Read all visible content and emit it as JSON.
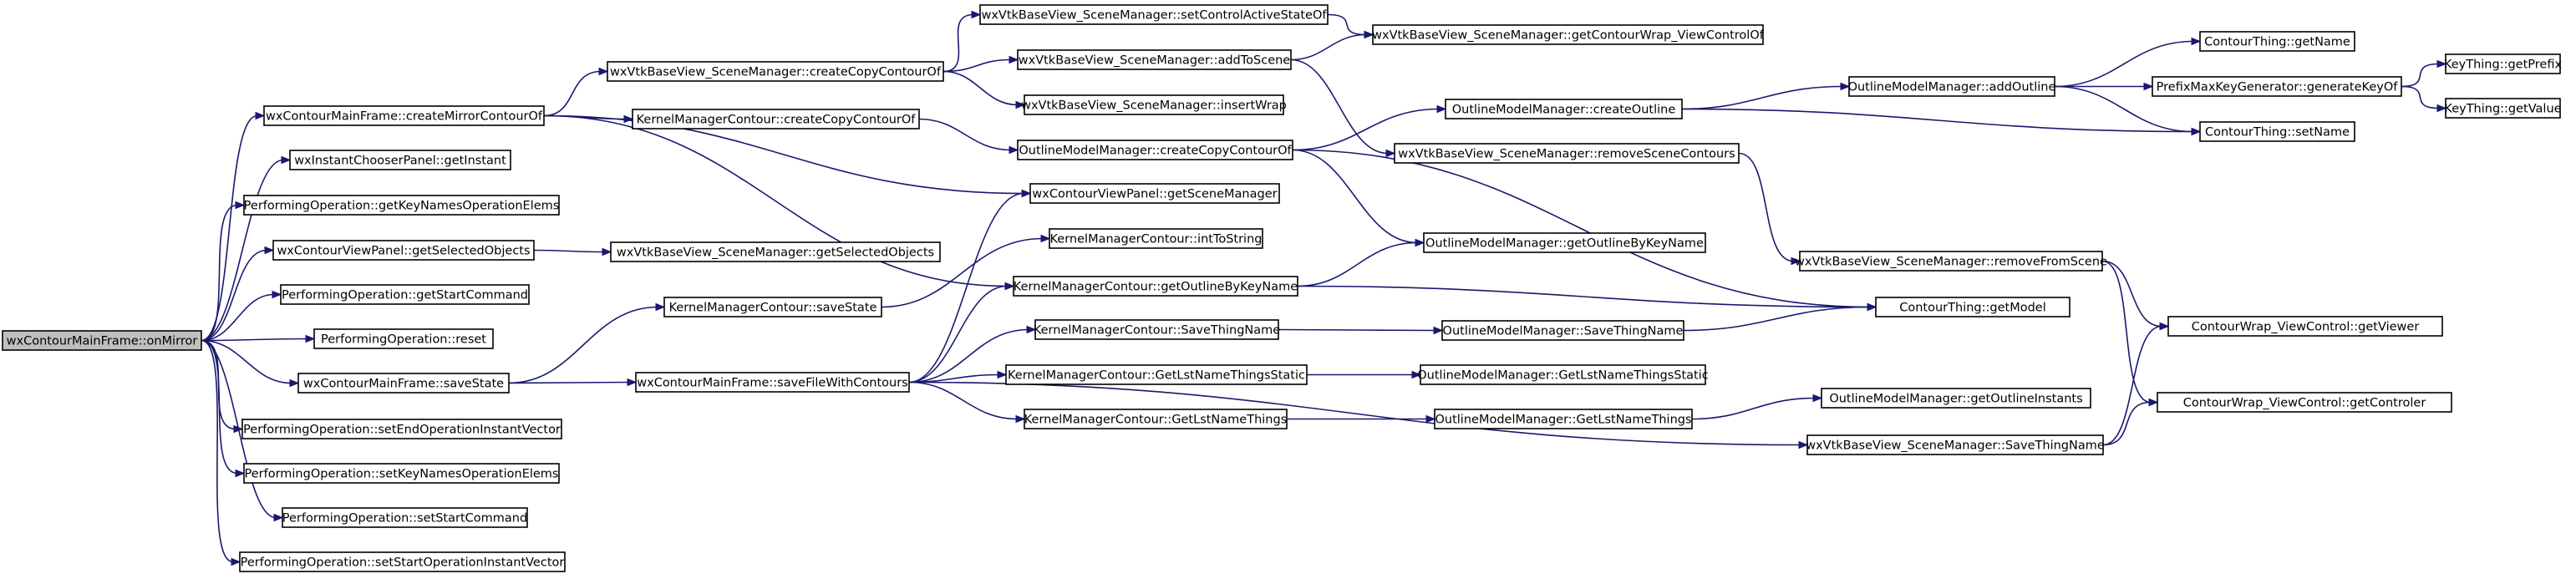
{
  "colors": {
    "edge": "#191970",
    "root_fill": "#bfbfbf",
    "node_fill": "#ffffff",
    "node_stroke": "#000000"
  },
  "nodes": {
    "root": "wxContourMainFrame::onMirror",
    "createMirror": "wxContourMainFrame::createMirrorContourOf",
    "getInstant": "wxInstantChooserPanel::getInstant",
    "poGetKeyNames": "PerformingOperation::getKeyNamesOperationElems",
    "cvpGetSelected": "wxContourViewPanel::getSelectedObjects",
    "poGetStart": "PerformingOperation::getStartCommand",
    "poReset": "PerformingOperation::reset",
    "mfSaveState": "wxContourMainFrame::saveState",
    "poSetEndInstant": "PerformingOperation::setEndOperationInstantVector",
    "poSetKeyNames": "PerformingOperation::setKeyNamesOperationElems",
    "poSetStart": "PerformingOperation::setStartCommand",
    "poSetStartInstant": "PerformingOperation::setStartOperationInstantVector",
    "smCreateCopy": "wxVtkBaseView_SceneManager::createCopyContourOf",
    "kmcCreateCopy": "KernelManagerContour::createCopyContourOf",
    "smGetSelected": "wxVtkBaseView_SceneManager::getSelectedObjects",
    "kmcSaveState": "KernelManagerContour::saveState",
    "mfSaveFile": "wxContourMainFrame::saveFileWithContours",
    "smSetControl": "wxVtkBaseView_SceneManager::setControlActiveStateOf",
    "smAddToScene": "wxVtkBaseView_SceneManager::addToScene",
    "smInsertWrap": "wxVtkBaseView_SceneManager::insertWrap",
    "ommCreateCopy": "OutlineModelManager::createCopyContourOf",
    "cvpGetSceneMgr": "wxContourViewPanel::getSceneManager",
    "kmcIntToString": "KernelManagerContour::intToString",
    "kmcGetOutline": "KernelManagerContour::getOutlineByKeyName",
    "kmcSaveThing": "KernelManagerContour::SaveThingName",
    "kmcGetLstStatic": "KernelManagerContour::GetLstNameThingsStatic",
    "kmcGetLst": "KernelManagerContour::GetLstNameThings",
    "smGetContourWrap": "wxVtkBaseView_SceneManager::getContourWrap_ViewControlOf",
    "ommCreateOutline": "OutlineModelManager::createOutline",
    "smRemoveSceneContours": "wxVtkBaseView_SceneManager::removeSceneContours",
    "ommGetOutline": "OutlineModelManager::getOutlineByKeyName",
    "ommSaveThing": "OutlineModelManager::SaveThingName",
    "ommGetLstStatic": "OutlineModelManager::GetLstNameThingsStatic",
    "ommGetLst": "OutlineModelManager::GetLstNameThings",
    "ommAddOutline": "OutlineModelManager::addOutline",
    "smRemoveFromScene": "wxVtkBaseView_SceneManager::removeFromScene",
    "ctGetModel": "ContourThing::getModel",
    "ommGetInstants": "OutlineModelManager::getOutlineInstants",
    "smSaveThing": "wxVtkBaseView_SceneManager::SaveThingName",
    "ctGetName": "ContourThing::getName",
    "pmkGenerate": "PrefixMaxKeyGenerator::generateKeyOf",
    "ctSetName": "ContourThing::setName",
    "cwGetViewer": "ContourWrap_ViewControl::getViewer",
    "cwGetControler": "ContourWrap_ViewControl::getControler",
    "ktGetPrefix": "KeyThing::getPrefix",
    "ktGetValue": "KeyThing::getValue"
  },
  "edges": [
    [
      "root",
      "createMirror"
    ],
    [
      "root",
      "getInstant"
    ],
    [
      "root",
      "poGetKeyNames"
    ],
    [
      "root",
      "cvpGetSelected"
    ],
    [
      "root",
      "poGetStart"
    ],
    [
      "root",
      "poReset"
    ],
    [
      "root",
      "mfSaveState"
    ],
    [
      "root",
      "poSetEndInstant"
    ],
    [
      "root",
      "poSetKeyNames"
    ],
    [
      "root",
      "poSetStart"
    ],
    [
      "root",
      "poSetStartInstant"
    ],
    [
      "createMirror",
      "smCreateCopy"
    ],
    [
      "createMirror",
      "kmcCreateCopy"
    ],
    [
      "createMirror",
      "cvpGetSceneMgr"
    ],
    [
      "createMirror",
      "kmcGetOutline"
    ],
    [
      "cvpGetSelected",
      "smGetSelected"
    ],
    [
      "mfSaveState",
      "kmcSaveState"
    ],
    [
      "mfSaveState",
      "mfSaveFile"
    ],
    [
      "smCreateCopy",
      "smSetControl"
    ],
    [
      "smCreateCopy",
      "smAddToScene"
    ],
    [
      "smCreateCopy",
      "smInsertWrap"
    ],
    [
      "kmcCreateCopy",
      "ommCreateCopy"
    ],
    [
      "kmcSaveState",
      "kmcIntToString"
    ],
    [
      "mfSaveFile",
      "cvpGetSceneMgr"
    ],
    [
      "mfSaveFile",
      "kmcGetOutline"
    ],
    [
      "mfSaveFile",
      "kmcSaveThing"
    ],
    [
      "mfSaveFile",
      "kmcGetLstStatic"
    ],
    [
      "mfSaveFile",
      "kmcGetLst"
    ],
    [
      "mfSaveFile",
      "smSaveThing"
    ],
    [
      "smSetControl",
      "smGetContourWrap"
    ],
    [
      "smAddToScene",
      "smGetContourWrap"
    ],
    [
      "smAddToScene",
      "smRemoveSceneContours"
    ],
    [
      "ommCreateCopy",
      "ommCreateOutline"
    ],
    [
      "ommCreateCopy",
      "ommGetOutline"
    ],
    [
      "ommCreateCopy",
      "ctGetModel"
    ],
    [
      "kmcGetOutline",
      "ommGetOutline"
    ],
    [
      "kmcGetOutline",
      "ctGetModel"
    ],
    [
      "kmcSaveThing",
      "ommSaveThing"
    ],
    [
      "kmcGetLstStatic",
      "ommGetLstStatic"
    ],
    [
      "kmcGetLst",
      "ommGetLst"
    ],
    [
      "ommCreateOutline",
      "ommAddOutline"
    ],
    [
      "ommCreateOutline",
      "ctSetName"
    ],
    [
      "smRemoveSceneContours",
      "smRemoveFromScene"
    ],
    [
      "ommSaveThing",
      "ctGetModel"
    ],
    [
      "ommGetLst",
      "ommGetInstants"
    ],
    [
      "ommAddOutline",
      "ctGetName"
    ],
    [
      "ommAddOutline",
      "pmkGenerate"
    ],
    [
      "ommAddOutline",
      "ctSetName"
    ],
    [
      "smRemoveFromScene",
      "cwGetViewer"
    ],
    [
      "smRemoveFromScene",
      "cwGetControler"
    ],
    [
      "smSaveThing",
      "cwGetViewer"
    ],
    [
      "smSaveThing",
      "cwGetControler"
    ],
    [
      "pmkGenerate",
      "ktGetPrefix"
    ],
    [
      "pmkGenerate",
      "ktGetValue"
    ]
  ]
}
